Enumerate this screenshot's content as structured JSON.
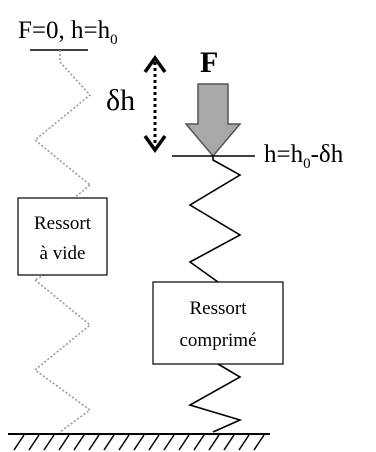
{
  "labels": {
    "initial_state": "F=0, h=h",
    "initial_state_sub": "0",
    "force": "F",
    "delta_h": "δh",
    "compressed_height_prefix": "h=h",
    "compressed_height_sub": "0",
    "compressed_height_suffix": "-δh"
  },
  "boxes": {
    "free_spring": [
      "Ressort",
      "à vide"
    ],
    "compressed_spring": [
      "Ressort",
      "comprimé"
    ]
  },
  "colors": {
    "free_spring": "#9a9a9a",
    "compressed_spring": "#000000",
    "force_arrow_fill": "#a8a8a8",
    "force_arrow_stroke": "#555555"
  }
}
